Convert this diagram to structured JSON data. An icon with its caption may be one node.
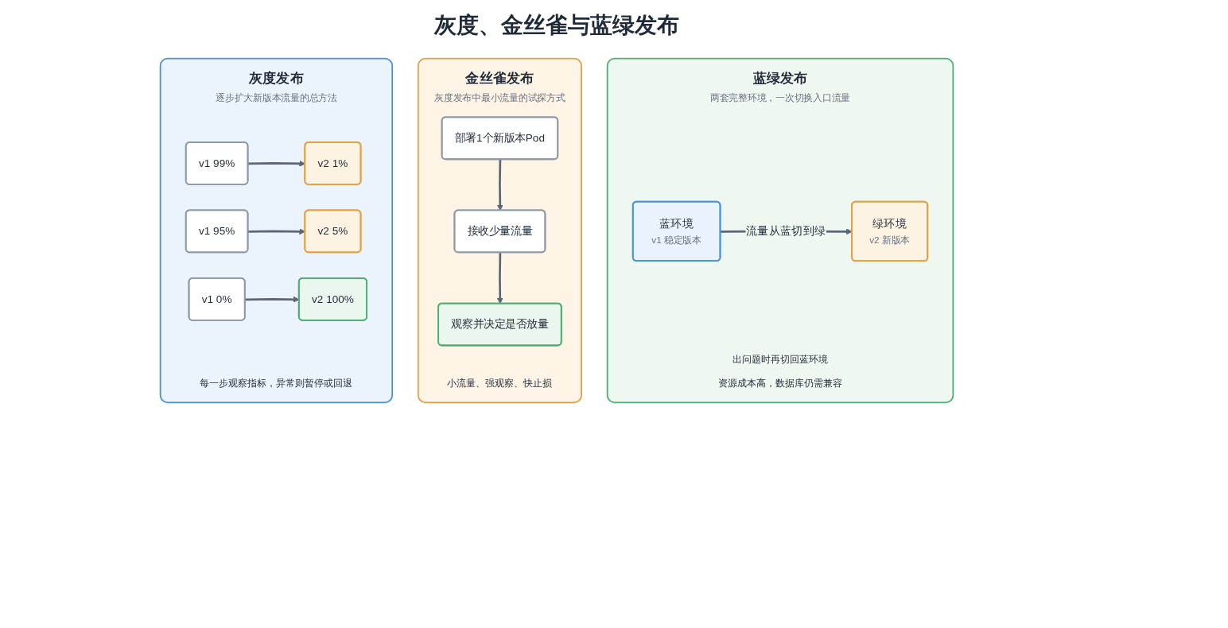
{
  "diagram": {
    "title": "灰度、金丝雀与蓝绿发布",
    "nodes": [
      {
        "text": [
          "灰度发布",
          "逐步扩大新版本流量的总方法",
          "每一步观察指标，异常则暂停或回退"
        ]
      },
      {
        "text": [
          "v1 99%"
        ],
        "in": 0
      },
      {
        "text": [
          "v2 1%"
        ],
        "in": 0
      },
      {
        "text": [
          "v1 95%"
        ],
        "in": 0
      },
      {
        "text": [
          "v2 5%"
        ],
        "in": 0
      },
      {
        "text": [
          "v1 0%"
        ],
        "in": 0
      },
      {
        "text": [
          "v2 100%"
        ],
        "in": 0
      },
      {
        "text": [
          "金丝雀发布",
          "灰度发布中最小流量的试探方式",
          "小流量、强观察、快止损"
        ]
      },
      {
        "text": [
          "部署1个新版本Pod"
        ],
        "in": 7
      },
      {
        "text": [
          "接收少量流量"
        ],
        "in": 7
      },
      {
        "text": [
          "观察并决定是否放量"
        ],
        "in": 7
      },
      {
        "text": [
          "蓝绿发布",
          "两套完整环境，一次切换入口流量",
          "出问题时再切回蓝环境",
          "资源成本高，数据库仍需兼容"
        ]
      },
      {
        "text": [
          "蓝环境",
          "v1 稳定版本"
        ],
        "in": 11
      },
      {
        "text": [
          "绿环境",
          "v2 新版本"
        ],
        "in": 11
      }
    ],
    "edges": [
      {
        "from": 1,
        "to": 2,
        "arrow": "to"
      },
      {
        "from": 3,
        "to": 4,
        "arrow": "to"
      },
      {
        "from": 5,
        "to": 6,
        "arrow": "to"
      },
      {
        "from": 8,
        "to": 9,
        "arrow": "to"
      },
      {
        "from": 9,
        "to": 10,
        "arrow": "to"
      },
      {
        "from": 12,
        "to": 13,
        "arrow": "to",
        "label": "流量从蓝切到绿"
      }
    ]
  }
}
